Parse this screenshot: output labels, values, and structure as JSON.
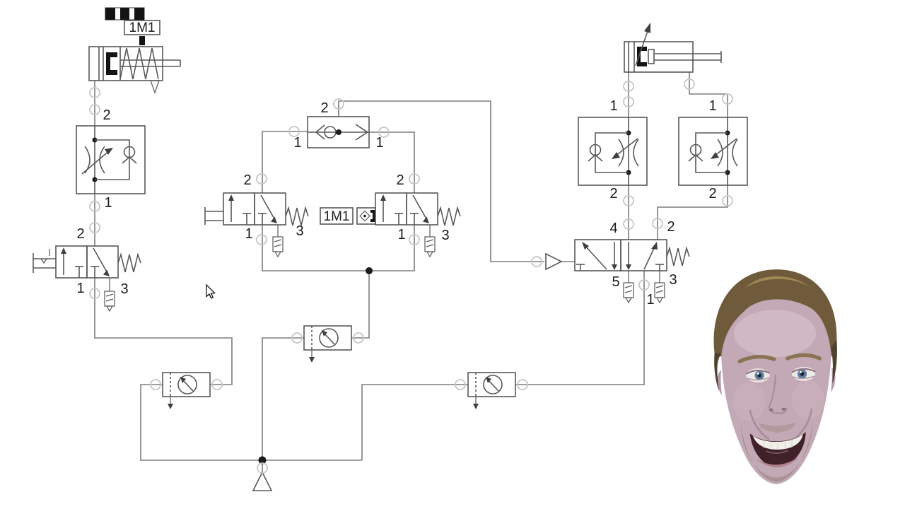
{
  "diagram": {
    "type": "pneumatic-circuit",
    "colors": {
      "background": "#ffffff",
      "wire": "#7d7d7d",
      "component_outline": "#585858",
      "connection_ring": "#c6c6c6",
      "symbol_black": "#141414",
      "label_text": "#1a1a1a"
    },
    "left_circuit": {
      "cylinder_sensor_tag": "1M1",
      "flow_control": {
        "port_top": "2",
        "port_bottom": "1"
      },
      "valve": {
        "port_out": "2",
        "port_in": "1",
        "port_exhaust": "3"
      }
    },
    "middle_circuit": {
      "left_valve": {
        "port_out": "2",
        "port_in": "1",
        "port_exhaust": "3"
      },
      "shuttle_valve": {
        "port_left": "1",
        "port_top": "2",
        "port_right": "1"
      },
      "right_valve": {
        "sensor_tag": "1M1",
        "port_out": "2",
        "port_in": "1",
        "port_exhaust": "3"
      }
    },
    "right_circuit": {
      "flow_control_a": {
        "port_top": "1",
        "port_bottom": "2"
      },
      "flow_control_b": {
        "port_top": "1",
        "port_bottom": "2"
      },
      "main_valve": {
        "port_a": "4",
        "port_b": "2",
        "port_exhaust_a": "5",
        "port_supply": "1",
        "port_exhaust_b": "3"
      }
    }
  },
  "webcam": {
    "colors": {
      "skin": "#c2a9b5",
      "hair": "#6f5b3b",
      "eyes": "#5c7f9d",
      "teeth": "#f2efe9"
    }
  }
}
